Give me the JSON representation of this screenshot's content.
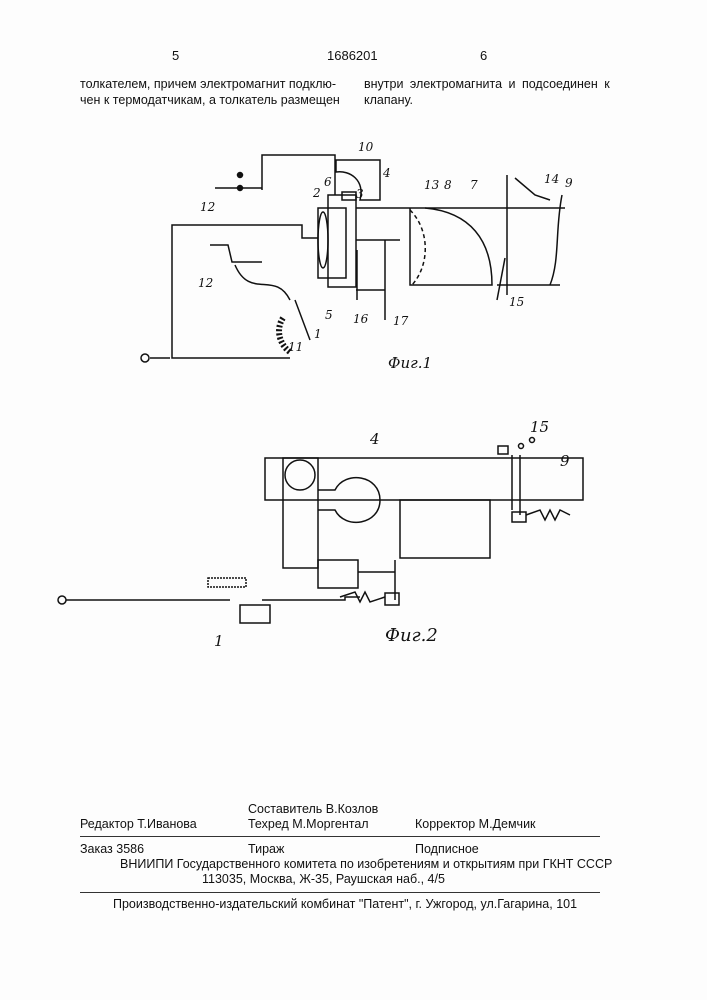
{
  "header": {
    "page_left": "5",
    "patent_number": "1686201",
    "page_right": "6"
  },
  "body_text": {
    "left_col": [
      "толкателем, причем электромагнит подклю-",
      "чен к термодатчикам, а толкатель размещен"
    ],
    "right_col": [
      "внутри электромагнита и подсоединен к",
      "клапану."
    ]
  },
  "figure1": {
    "caption": "Фиг.1",
    "labels": [
      "10",
      "4",
      "6",
      "2",
      "3",
      "13",
      "8",
      "7",
      "14",
      "9",
      "12",
      "12",
      "5",
      "16",
      "17",
      "15",
      "1",
      "11"
    ]
  },
  "figure2": {
    "caption": "Фиг.2",
    "labels": [
      "4",
      "15",
      "9",
      "1"
    ]
  },
  "footer": {
    "compiler": "Составитель  В.Козлов",
    "editor": "Редактор Т.Иванова",
    "techred": "Техред М.Моргентал",
    "corrector": "Корректор  М.Демчик",
    "order": "Заказ  3586",
    "circulation": "Тираж",
    "subscription": "Подписное",
    "org": "ВНИИПИ Государственного комитета по изобретениям и открытиям при ГКНТ СССР",
    "address": "113035, Москва, Ж-35, Раушская наб., 4/5",
    "printer": "Производственно-издательский комбинат \"Патент\", г. Ужгород, ул.Гагарина, 101"
  }
}
